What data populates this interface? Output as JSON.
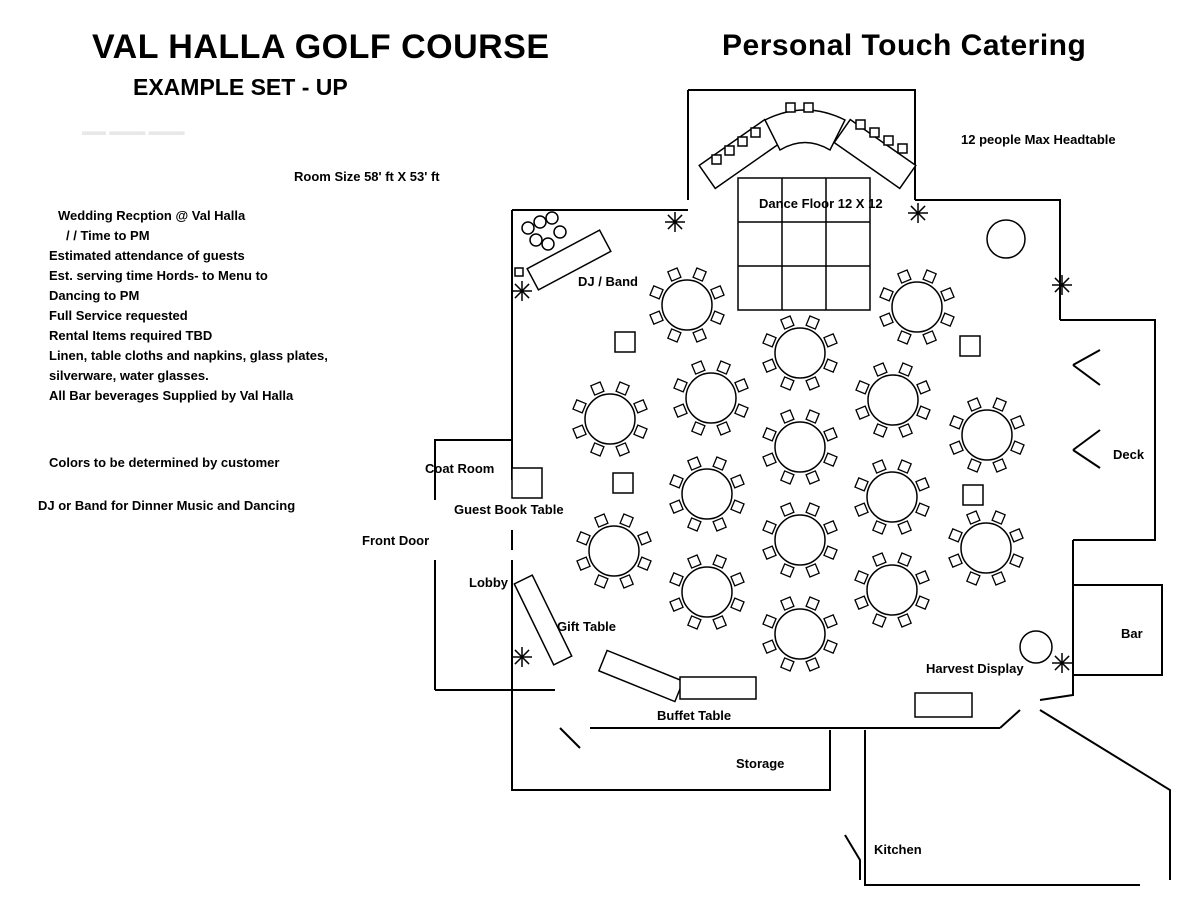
{
  "header": {
    "title": "VAL HALLA GOLF COURSE",
    "subtitle": "EXAMPLE SET - UP",
    "caterer": "Personal Touch Catering"
  },
  "room_size": "Room Size 58' ft X 53' ft",
  "headtable_note": "12 people Max Headtable",
  "details": [
    "Wedding Recption @ Val Halla",
    "/  /        Time          to          PM",
    "Estimated attendance of            guests",
    "Est. serving time Hords-           to       Menu          to",
    "Dancing           to          PM",
    "Full Service requested",
    "Rental Items required TBD",
    "Linen, table cloths and napkins, glass plates,",
    "silverware, water glasses.",
    "All Bar beverages Supplied by Val Halla"
  ],
  "colors_note": "Colors to be determined by customer",
  "music_note": "DJ or Band for Dinner Music and Dancing",
  "labels": {
    "dance_floor": "Dance Floor 12 X 12",
    "dj_band": "DJ / Band",
    "coat_room": "Coat Room",
    "guest_book": "Guest Book Table",
    "front_door": "Front Door",
    "lobby": "Lobby",
    "gift_table": "Gift Table",
    "buffet_table": "Buffet Table",
    "storage": "Storage",
    "kitchen": "Kitchen",
    "harvest_display": "Harvest Display",
    "deck": "Deck",
    "bar": "Bar"
  }
}
